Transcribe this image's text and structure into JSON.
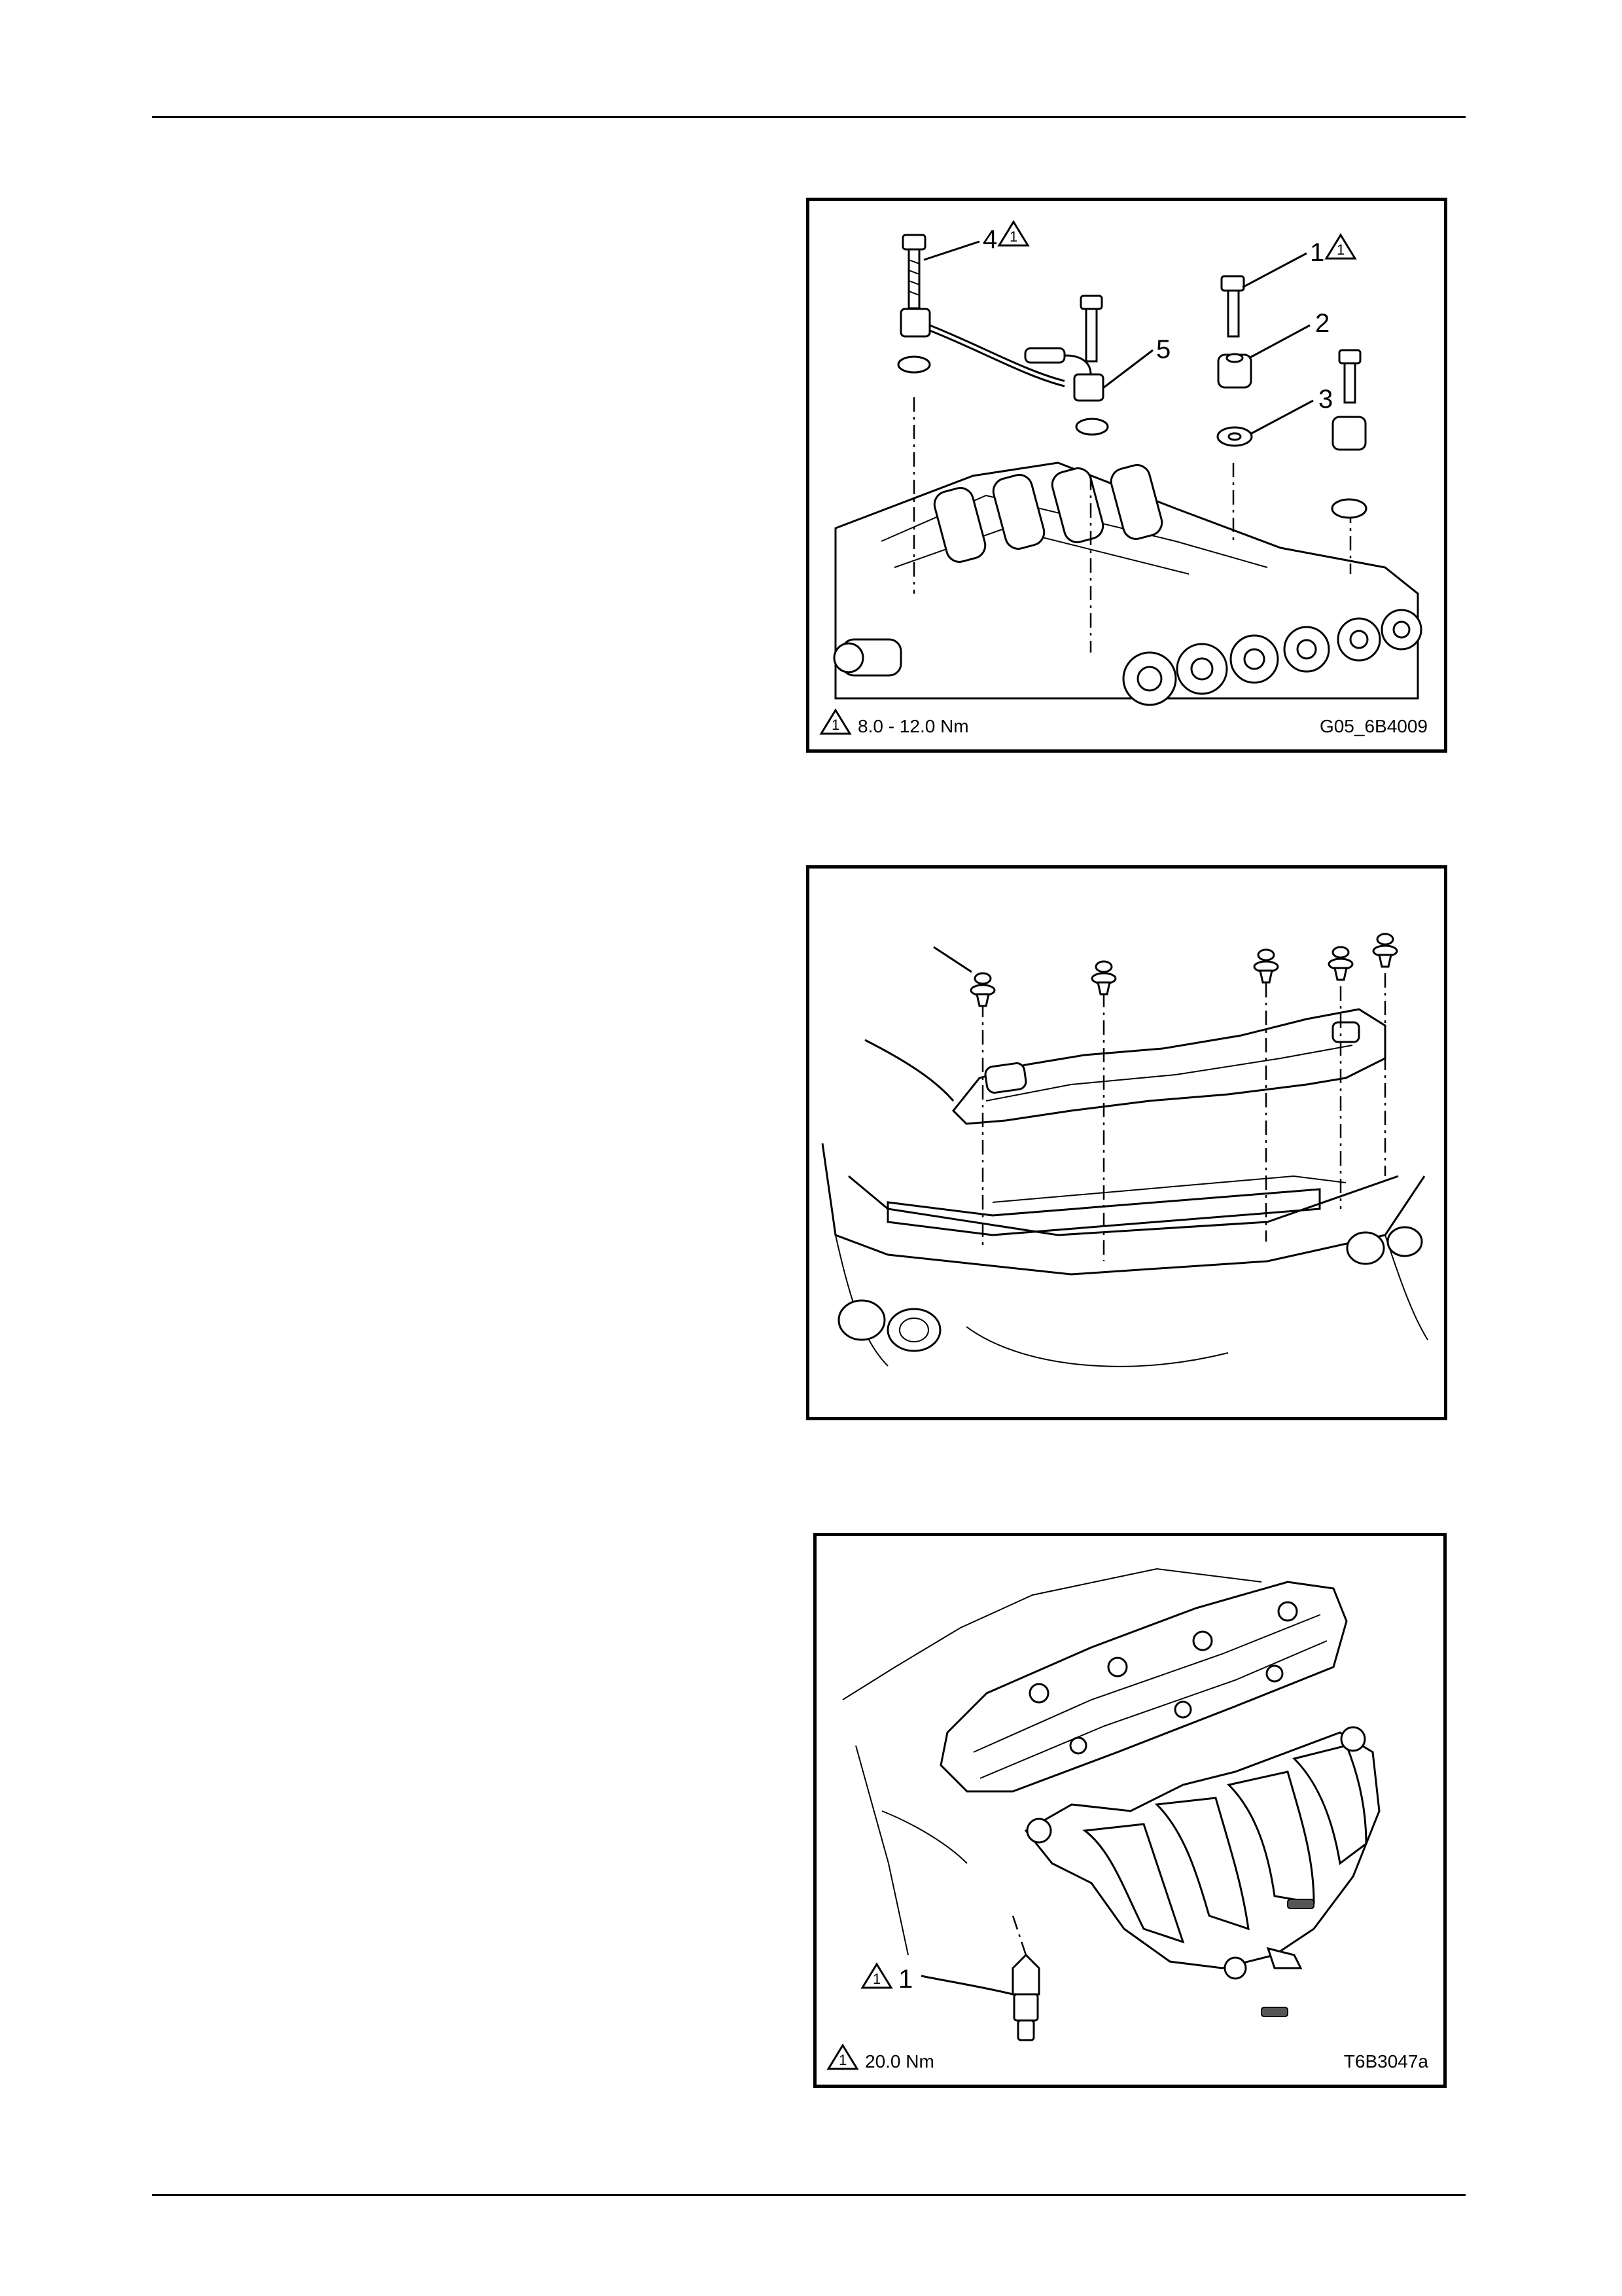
{
  "figures": [
    {
      "id": "G05_6B4009",
      "callouts": [
        "4",
        "1",
        "2",
        "3",
        "5"
      ],
      "torque_marker": "1",
      "torque_spec": "8.0 - 12.0 Nm",
      "figure_code": "G05_6B4009"
    },
    {
      "id": "heat-shield",
      "callouts": [],
      "torque_marker": "",
      "torque_spec": "",
      "figure_code": ""
    },
    {
      "id": "T6B3047a",
      "callouts": [
        "1"
      ],
      "torque_marker": "1",
      "torque_spec": "20.0 Nm",
      "figure_code": "T6B3047a"
    }
  ]
}
